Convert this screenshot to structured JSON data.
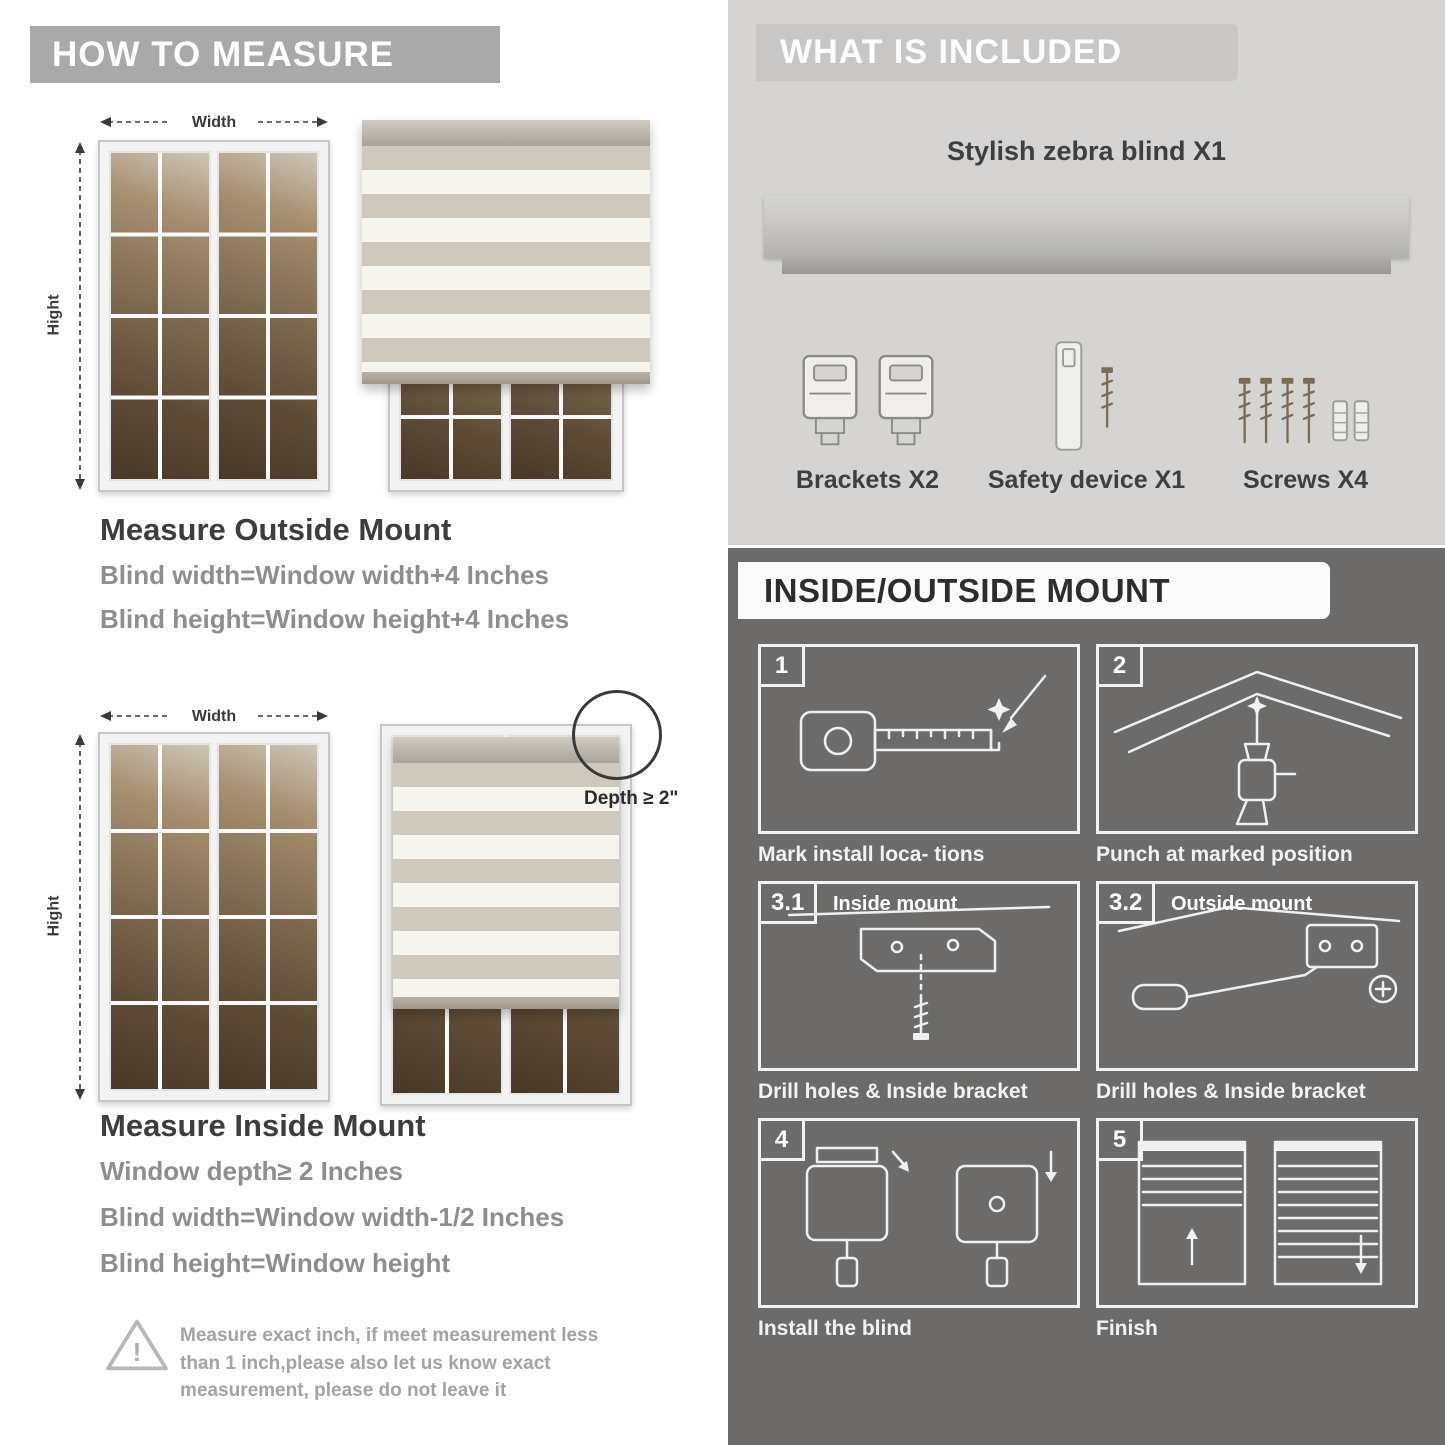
{
  "palette": {
    "left_header_bg": "#a9a9a9",
    "included_bg": "#d5d4d2",
    "included_banner_bg": "#c8c7c5",
    "mount_bg": "#6c6b69",
    "heading_text": "#3d3d3d",
    "muted_text": "#8e8e8e"
  },
  "left": {
    "header": "HOW TO MEASURE",
    "outside": {
      "width_label": "Width",
      "height_label": "Hight",
      "title": "Measure Outside Mount",
      "lines": [
        "Blind width=Window width+4 Inches",
        "Blind height=Window height+4 Inches"
      ]
    },
    "inside": {
      "width_label": "Width",
      "height_label": "Hight",
      "depth_label": "Depth ≥ 2\"",
      "title": "Measure Inside Mount",
      "lines": [
        "Window depth≥ 2 Inches",
        "Blind width=Window width-1/2 Inches",
        "Blind height=Window height"
      ]
    },
    "warning": {
      "icon": "!",
      "text": "Measure exact inch, if meet measurement less than 1 inch,please also let us know exact measurement, please do not leave it"
    }
  },
  "right": {
    "included": {
      "header": "WHAT IS INCLUDED",
      "blind_label": "Stylish zebra blind X1",
      "parts": [
        {
          "label": "Brackets X2"
        },
        {
          "label": "Safety device X1"
        },
        {
          "label": "Screws X4"
        }
      ]
    },
    "mount": {
      "header": "INSIDE/OUTSIDE MOUNT",
      "steps": [
        {
          "num": "1",
          "title": "",
          "caption": "Mark install loca- tions"
        },
        {
          "num": "2",
          "title": "",
          "caption": "Punch at  marked position"
        },
        {
          "num": "3.1",
          "title": "Inside mount",
          "caption": "Drill holes &  Inside bracket"
        },
        {
          "num": "3.2",
          "title": "Outside mount",
          "caption": "Drill holes &  Inside bracket"
        },
        {
          "num": "4",
          "title": "",
          "caption": "Install the blind"
        },
        {
          "num": "5",
          "title": "",
          "caption": "Finish"
        }
      ]
    }
  }
}
